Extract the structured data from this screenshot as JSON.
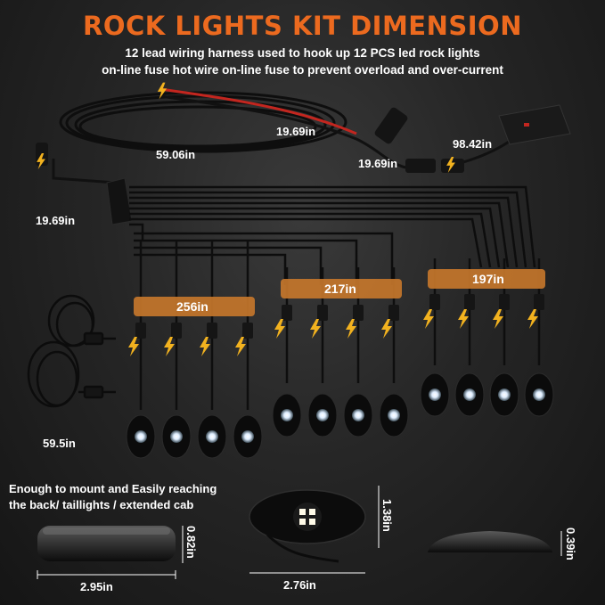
{
  "title": "ROCK LIGHTS KIT DIMENSION",
  "subtitle_line1": "12 lead wiring harness used to hook up 12 PCS led rock lights",
  "subtitle_line2": "on-line fuse hot wire on-line fuse to prevent overload and over-current",
  "dimensions": {
    "wire_top": "19.69in",
    "harness_lead": "59.06in",
    "fuse_wire": "19.69in",
    "switch_wire": "98.42in",
    "hub_wire": "19.69in",
    "group_left": "256in",
    "group_middle": "217in",
    "group_right": "197in",
    "extension": "59.5in",
    "base_width": "2.95in",
    "base_height": "0.82in",
    "pod_width": "2.76in",
    "pod_height": "1.38in",
    "side_height": "0.39in"
  },
  "mount_note_line1": "Enough to mount and Easily reaching",
  "mount_note_line2": "the back/ taillights / extended cab",
  "colors": {
    "title": "#ec6a1f",
    "group_band": "#c4762b",
    "bolt": "#f2b21f",
    "wire_red": "#c3261f"
  },
  "icons": [
    "lightning-bolt-icon",
    "led-pod-icon",
    "connector-icon",
    "switch-box-icon",
    "cable-coil-icon"
  ]
}
